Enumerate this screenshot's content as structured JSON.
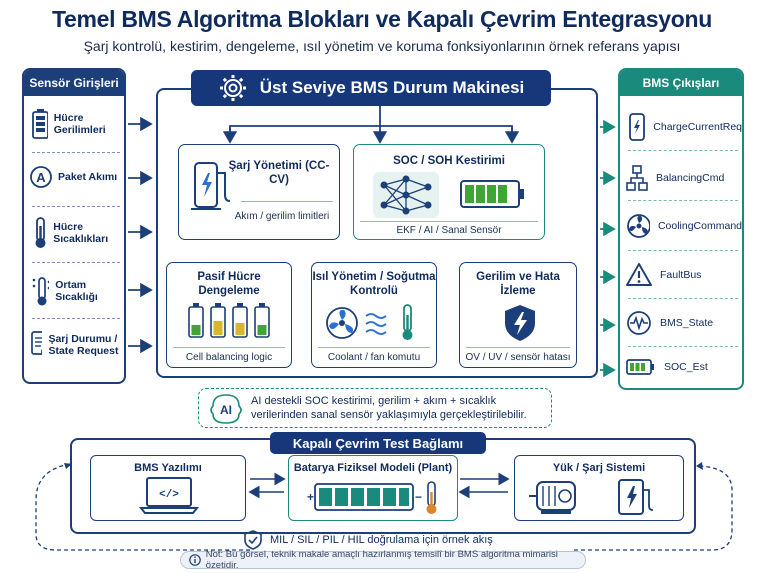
{
  "title": "Temel BMS Algoritma Blokları ve Kapalı Çevrim Entegrasyonu",
  "subtitle": "Şarj kontrolü, kestirim, dengeleme, ısıl yönetim ve koruma fonksiyonlarının örnek referans yapısı",
  "inputs": {
    "header": "Sensör Girişleri",
    "items": [
      {
        "label": "Hücre Gerilimleri",
        "icon": "battery-icon"
      },
      {
        "label": "Paket Akımı",
        "icon": "ammeter-icon"
      },
      {
        "label": "Hücre Sıcaklıkları",
        "icon": "thermometer-icon"
      },
      {
        "label": "Ortam Sıcaklığı",
        "icon": "ambient-thermometer-icon"
      },
      {
        "label": "Şarj Durumu / State Request",
        "icon": "checklist-icon"
      }
    ]
  },
  "state_machine": {
    "title": "Üst Seviye BMS Durum Makinesi",
    "icon": "gear-icon"
  },
  "blocks": {
    "charge": {
      "title": "Şarj Yönetimi (CC-CV)",
      "footer": "Akım / gerilim limitleri"
    },
    "soc": {
      "title": "SOC / SOH Kestirimi",
      "footer": "EKF / AI / Sanal Sensör"
    },
    "balancing": {
      "title": "Pasif Hücre Dengeleme",
      "footer": "Cell balancing logic"
    },
    "thermal": {
      "title": "Isıl Yönetim / Soğutma Kontrolü",
      "footer": "Coolant / fan komutu"
    },
    "fault": {
      "title": "Gerilim ve Hata İzleme",
      "footer": "OV / UV / sensör hatası"
    }
  },
  "outputs": {
    "header": "BMS Çıkışları",
    "items": [
      {
        "label": "ChargeCurrentReq",
        "icon": "phone-charge-icon"
      },
      {
        "label": "BalancingCmd",
        "icon": "network-icon"
      },
      {
        "label": "CoolingCommand",
        "icon": "fan-icon"
      },
      {
        "label": "FaultBus",
        "icon": "warning-icon"
      },
      {
        "label": "BMS_State",
        "icon": "waveform-icon"
      },
      {
        "label": "SOC_Est",
        "icon": "battery-level-icon"
      }
    ]
  },
  "ai_note": {
    "text": "AI destekli SOC kestirimi, gerilim + akım + sıcaklık verilerinden sanal sensör yaklaşımıyla gerçekleştirilebilir.",
    "badge": "AI"
  },
  "loop": {
    "title": "Kapalı Çevrim Test Bağlamı",
    "software": "BMS Yazılımı",
    "plant": "Batarya Fiziksel Modeli (Plant)",
    "load": "Yük / Şarj Sistemi",
    "code_symbol": "</>",
    "validation": "MIL / SIL / PIL / HIL doğrulama için örnek akış"
  },
  "footnote": "Not: Bu görsel, teknik makale amaçlı hazırlanmış temsilî bir BMS algoritma mimarisi özetidir.",
  "colors": {
    "navy": "#16387a",
    "teal": "#1a8a7c",
    "green": "#3fa534",
    "yellow": "#d9b62a"
  }
}
